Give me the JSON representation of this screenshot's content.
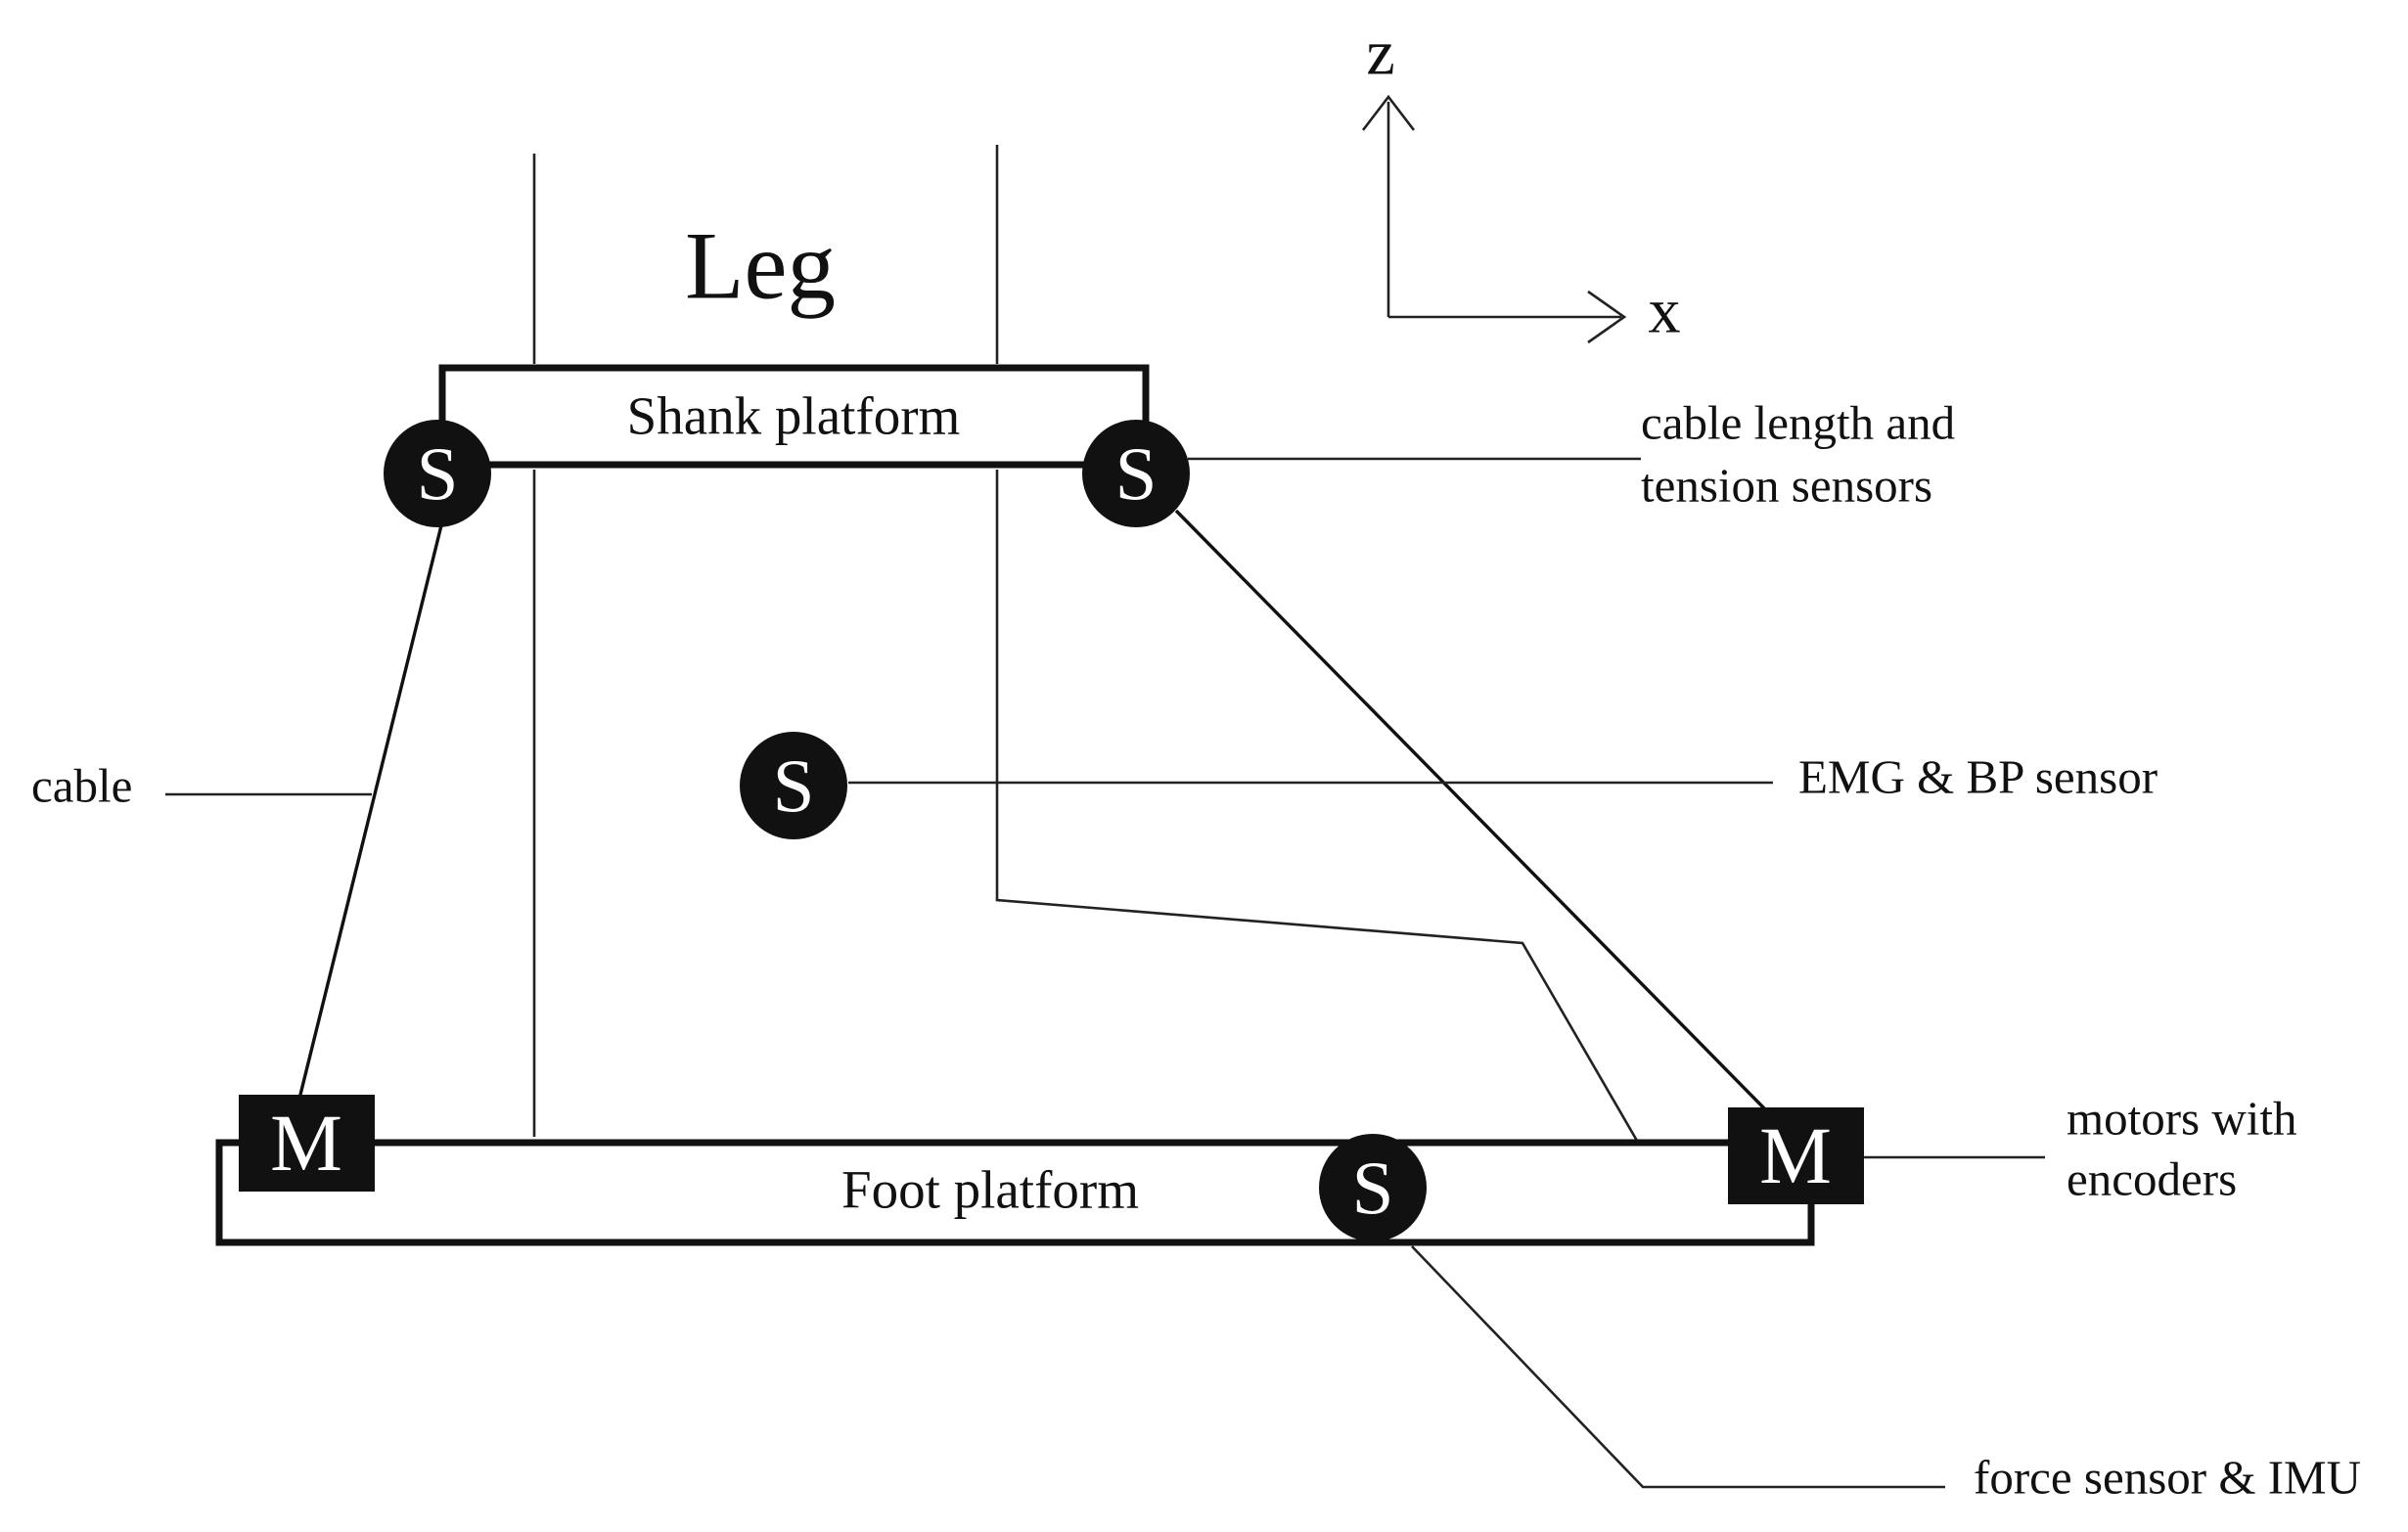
{
  "labels": {
    "leg": "Leg",
    "shank_platform": "Shank platform",
    "foot_platform": "Foot platform",
    "axis_z": "z",
    "axis_x": "x",
    "cable_sensors_line1": "cable length and",
    "cable_sensors_line2": "tension sensors",
    "cable": "cable",
    "emg_sensor": "EMG & BP sensor",
    "motors_line1": "motors with",
    "motors_line2": "encoders",
    "force_sensor": "force sensor & IMU"
  },
  "symbols": {
    "sensor": "S",
    "motor": "M"
  },
  "colors": {
    "ink": "#111111",
    "background": "#ffffff"
  }
}
